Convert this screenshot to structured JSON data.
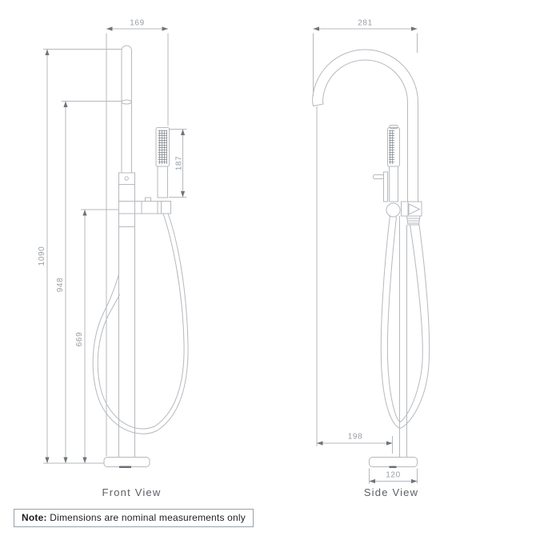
{
  "front": {
    "caption": "Front View",
    "dim_width": "169",
    "dim_handset": "187",
    "dim_height_total": "1090",
    "dim_height_spout": "948",
    "dim_height_valve": "669"
  },
  "side": {
    "caption": "Side View",
    "dim_depth": "281",
    "dim_reach": "198",
    "dim_base": "120"
  },
  "note": {
    "label": "Note:",
    "text": "Dimensions are nominal measurements only"
  },
  "colors": {
    "line": "#b5b9be",
    "dim_text": "#989da3",
    "caption_text": "#5c6065",
    "arrow": "#6f747a",
    "note_border": "#9aa0a6"
  }
}
